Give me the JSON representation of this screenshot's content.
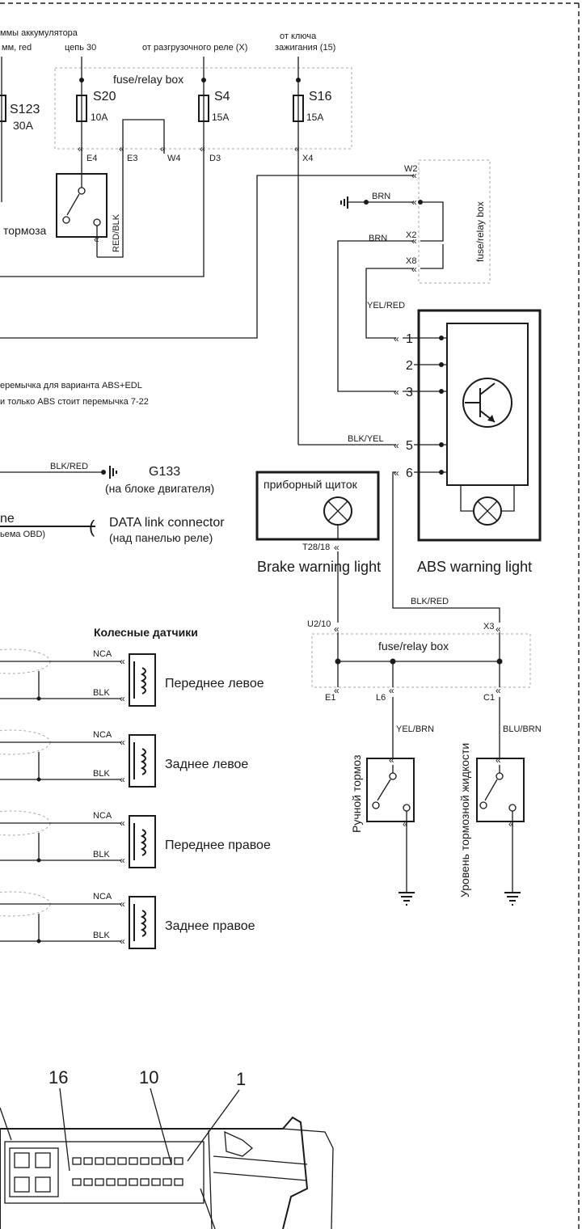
{
  "top": {
    "battery_label": "ммы аккумулятора",
    "battery_sub": "мм, red",
    "circuit30": "цепь 30",
    "from_relay": "от разгрузочного реле (X)",
    "from_key_1": "от ключа",
    "from_key_2": "зажигания (15)"
  },
  "fuse_box_top": {
    "title": "fuse/relay box",
    "fuses": [
      {
        "id": "S123",
        "rating": "30A"
      },
      {
        "id": "S20",
        "rating": "10A"
      },
      {
        "id": "S4",
        "rating": "15A"
      },
      {
        "id": "S16",
        "rating": "15A"
      }
    ],
    "pins": [
      "E4",
      "E3",
      "W4",
      "D3",
      "X4"
    ]
  },
  "brake_switch": {
    "label": "тормоза",
    "wire": "RED/BLK"
  },
  "fuse_box_right": {
    "title": "fuse/relay box",
    "pins": [
      "W2",
      "X2",
      "X8"
    ],
    "wires": [
      "BRN",
      "BRN"
    ]
  },
  "abs_unit": {
    "pins": [
      "1",
      "2",
      "3",
      "5",
      "6"
    ],
    "wire_pin1": "YEL/RED",
    "wire_pin5": "BLK/YEL",
    "label": "ABS warning light"
  },
  "notes": {
    "line1": "еремычка для варианта ABS+EDL",
    "line2": "и только ABS стоит перемычка 7-22"
  },
  "ground_g133": {
    "wire": "BLK/RED",
    "label": "G133",
    "sub": "(на блоке двигателя)"
  },
  "data_link": {
    "left1": "ne",
    "left2": "ьема OBD)",
    "label": "DATA link connector",
    "sub": "(над панелью реле)"
  },
  "dashboard": {
    "title": "приборный щиток",
    "pin": "T28/18",
    "label": "Brake warning light"
  },
  "wire_blk_red": "BLK/RED",
  "fuse_box_bottom": {
    "title": "fuse/relay box",
    "top_pins": [
      "U2/10",
      "X3"
    ],
    "bottom_pins": [
      "E1",
      "L6",
      "C1"
    ],
    "wires": [
      "YEL/BRN",
      "BLU/BRN"
    ]
  },
  "switches": {
    "handbrake": "Ручной тормоз",
    "fluid_level": "Уровень тормозной жидкости"
  },
  "wheel_sensors": {
    "title": "Колесные датчики",
    "wire_top": "NCA",
    "wire_bottom": "BLK",
    "items": [
      "Переднее левое",
      "Заднее левое",
      "Переднее правое",
      "Заднее правое"
    ]
  },
  "connector": {
    "labels": [
      "16",
      "10",
      "1"
    ]
  }
}
